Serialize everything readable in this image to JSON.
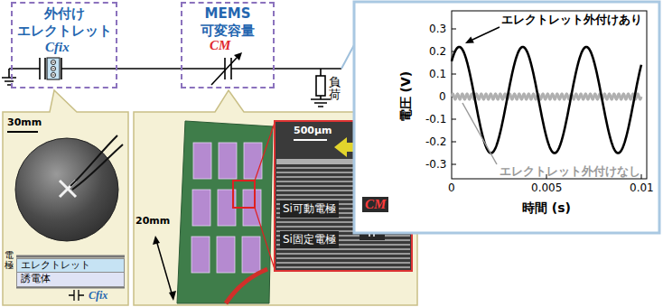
{
  "diagram": {
    "nodes": [
      {
        "text": [
          "外付け エレクトレット"
        ]
      },
      {
        "text": [
          "MEMS 可変容量"
        ]
      },
      {
        "text": [
          "エレクトレット"
        ]
      },
      {
        "text": [
          "誘電体"
        ]
      }
    ],
    "edges": [
      {
        "from": 0,
        "to": 1,
        "arrow": "none"
      }
    ],
    "labels": [
      "Cfix",
      "CM",
      "負荷",
      "30mm",
      "電極",
      "Cfix",
      "20mm",
      "500μm",
      "Si可動電極",
      "Si固定電極",
      "CM",
      "エレクトレット外付けあり",
      "エレクトレット外付けなし",
      "0.3",
      "0.2",
      "0.1",
      "0",
      "-0.1",
      "-0.2",
      "-0.3",
      "0",
      "0.005",
      "0.01",
      "電圧 (V)",
      "時間 (s)"
    ]
  }
}
